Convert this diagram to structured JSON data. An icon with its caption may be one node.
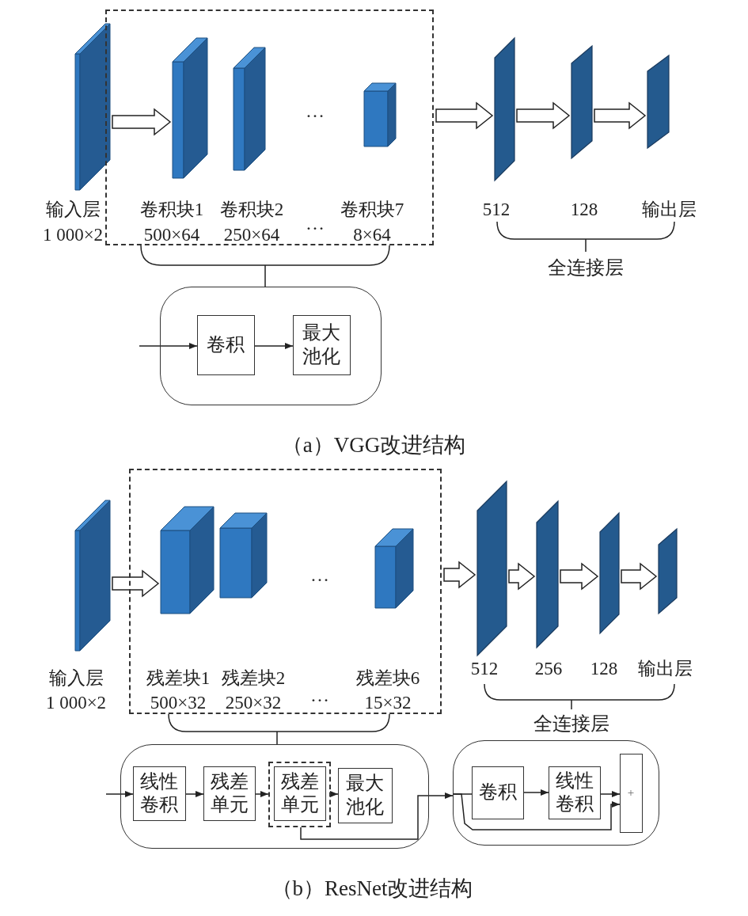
{
  "diagram": {
    "nodes": [
      {
        "text": [],
        "shape": "box",
        "beside": [
          "输入层",
          "1 000×2"
        ]
      },
      {
        "text": [],
        "shape": "box"
      },
      {
        "text": [],
        "shape": "box",
        "in": 1,
        "beside": [
          "卷积块1",
          "500×64"
        ]
      },
      {
        "text": [],
        "shape": "box",
        "in": 1,
        "beside": [
          "卷积块2",
          "250×64"
        ]
      },
      {
        "text": [],
        "shape": "box",
        "in": 1,
        "beside": [
          "卷积块7",
          "8×64"
        ]
      },
      {
        "text": [],
        "shape": "bar",
        "beside": [
          "512"
        ]
      },
      {
        "text": [],
        "shape": "bar",
        "beside": [
          "128"
        ]
      },
      {
        "text": [],
        "shape": "bar",
        "beside": [
          "输出层"
        ]
      },
      {
        "text": [],
        "shape": "box"
      },
      {
        "text": [
          "卷积"
        ],
        "in": 8
      },
      {
        "text": [
          "最大池化"
        ],
        "in": 8
      },
      {
        "text": [],
        "shape": "box",
        "beside": [
          "输入层",
          "1 000×2"
        ]
      },
      {
        "text": [],
        "shape": "box"
      },
      {
        "text": [],
        "shape": "box",
        "in": 12,
        "beside": [
          "残差块1",
          "500×32"
        ]
      },
      {
        "text": [],
        "shape": "box",
        "in": 12,
        "beside": [
          "残差块2",
          "250×32"
        ]
      },
      {
        "text": [],
        "shape": "box",
        "in": 12,
        "beside": [
          "残差块6",
          "15×32"
        ]
      },
      {
        "text": [],
        "shape": "bar",
        "beside": [
          "512"
        ]
      },
      {
        "text": [],
        "shape": "bar",
        "beside": [
          "256"
        ]
      },
      {
        "text": [],
        "shape": "bar",
        "beside": [
          "128"
        ]
      },
      {
        "text": [],
        "shape": "bar",
        "beside": [
          "输出层"
        ]
      },
      {
        "text": [],
        "shape": "box"
      },
      {
        "text": [
          "线性卷积"
        ],
        "in": 20
      },
      {
        "text": [
          "残差单元"
        ],
        "in": 20
      },
      {
        "text": [],
        "shape": "box",
        "in": 20
      },
      {
        "text": [
          "残差单元"
        ],
        "in": 23
      },
      {
        "text": [
          "最大池化"
        ],
        "in": 20
      },
      {
        "text": [],
        "shape": "box"
      },
      {
        "text": [
          "卷积"
        ],
        "in": 26
      },
      {
        "text": [
          "线性卷积"
        ],
        "in": 26
      },
      {
        "text": [
          "+"
        ],
        "in": 26
      }
    ],
    "edges": [
      {
        "from": 0,
        "to": 2,
        "arrow": "to",
        "style": "thick"
      },
      {
        "from": 1,
        "to": 5,
        "arrow": "to",
        "style": "thick"
      },
      {
        "from": 5,
        "to": 6,
        "arrow": "to",
        "style": "thick"
      },
      {
        "from": 6,
        "to": 7,
        "arrow": "to",
        "style": "thick"
      },
      {
        "from": null,
        "to": 9,
        "arrow": "to"
      },
      {
        "from": 9,
        "to": 10,
        "arrow": "to"
      },
      {
        "from": 11,
        "to": 13,
        "arrow": "to",
        "style": "thick"
      },
      {
        "from": 12,
        "to": 16,
        "arrow": "to",
        "style": "thick"
      },
      {
        "from": 16,
        "to": 17,
        "arrow": "to",
        "style": "thick"
      },
      {
        "from": 17,
        "to": 18,
        "arrow": "to",
        "style": "thick"
      },
      {
        "from": 18,
        "to": 19,
        "arrow": "to",
        "style": "thick"
      },
      {
        "from": null,
        "to": 21,
        "arrow": "to"
      },
      {
        "from": 21,
        "to": 22,
        "arrow": "to"
      },
      {
        "from": 22,
        "to": 23,
        "arrow": "to"
      },
      {
        "from": 23,
        "to": 25,
        "arrow": "to"
      },
      {
        "from": 23,
        "to": 26,
        "arrow": "to"
      },
      {
        "from": 26,
        "to": 27,
        "arrow": "none"
      },
      {
        "from": 26,
        "to": 29,
        "arrow": "to"
      },
      {
        "from": 27,
        "to": 28,
        "arrow": "to"
      },
      {
        "from": 28,
        "to": 29,
        "arrow": "to"
      }
    ],
    "labels": [
      "…",
      "…",
      "全连接层",
      "（a）VGG改进结构",
      "…",
      "…",
      "全连接层",
      "（b）ResNet改进结构"
    ]
  }
}
